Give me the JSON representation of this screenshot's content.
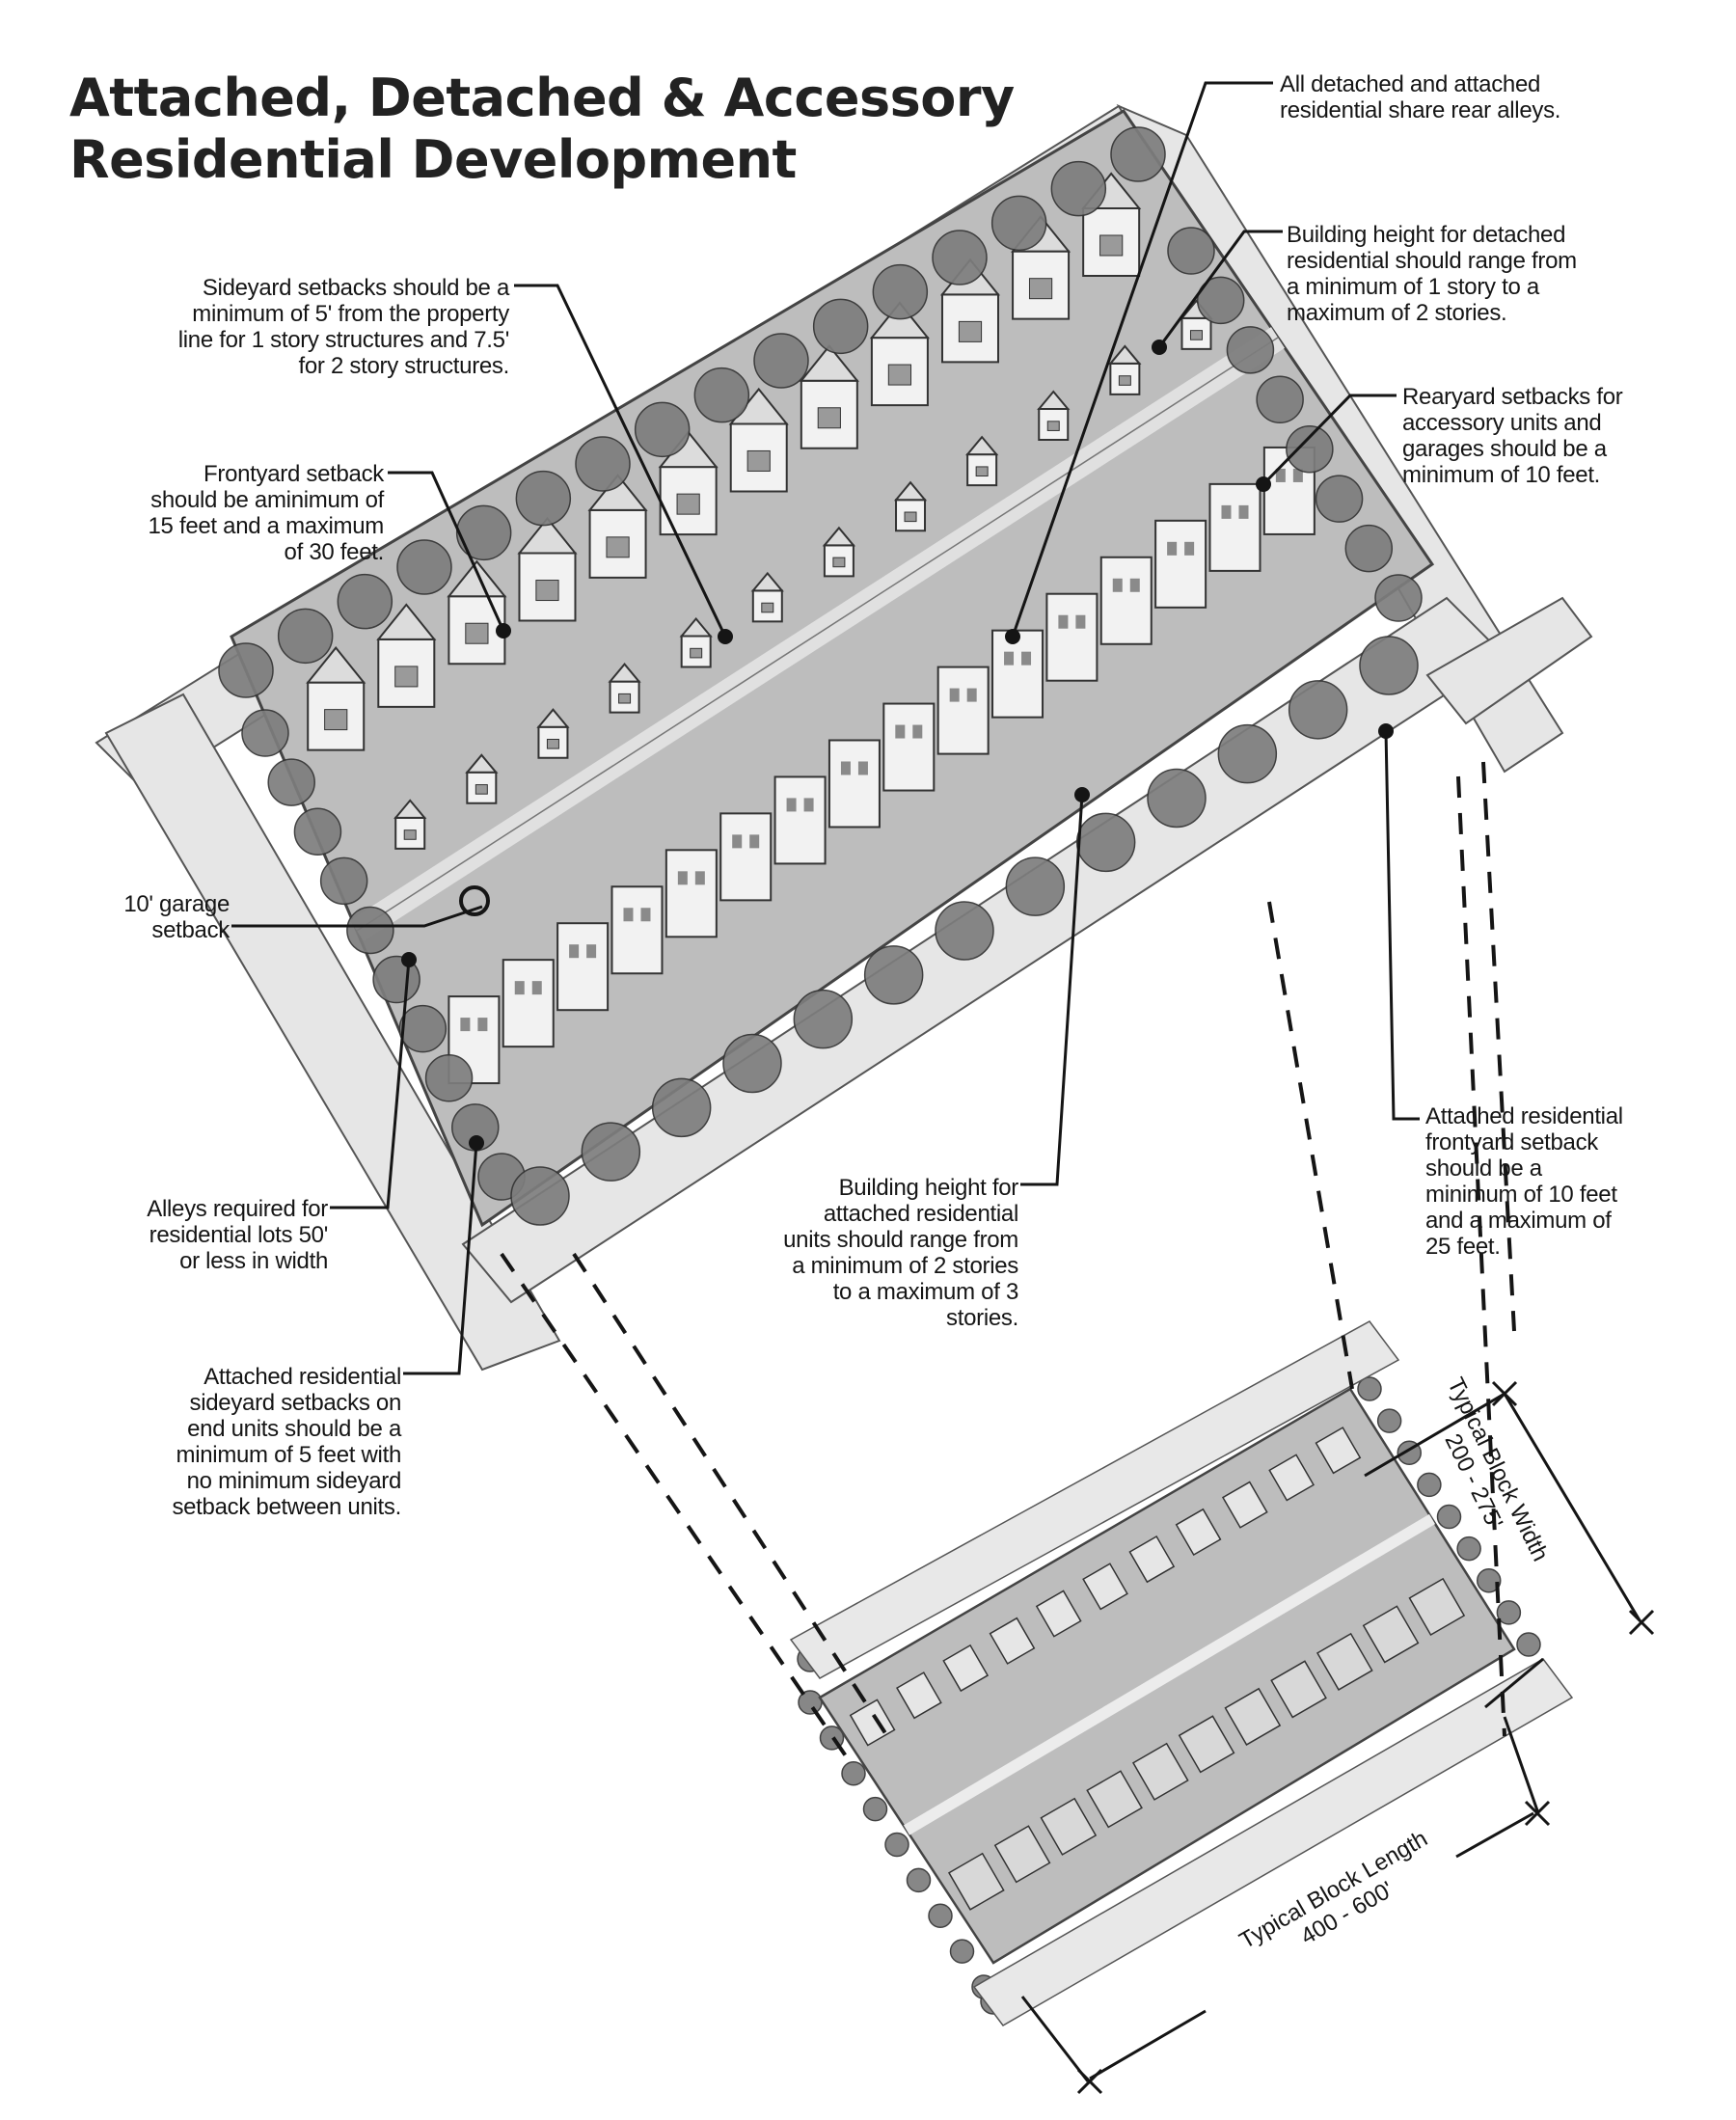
{
  "title": {
    "line1": "Attached, Detached & Accessory",
    "line2": "Residential Development"
  },
  "callouts": {
    "shared_alleys": [
      "All detached and attached",
      "residential share rear alleys."
    ],
    "detached_height": [
      "Building height for detached",
      "residential should range from",
      "a minimum of 1 story to a",
      "maximum of 2 stories."
    ],
    "sideyard": [
      "Sideyard setbacks should be a",
      "minimum of 5' from the property",
      "line for 1 story structures and 7.5'",
      "for 2 story structures."
    ],
    "rearyard": [
      "Rearyard setbacks for",
      "accessory units and",
      "garages should be a",
      "minimum of 10 feet."
    ],
    "frontyard": [
      "Frontyard setback",
      "should be aminimum of",
      "15 feet and a maximum",
      "of 30 feet."
    ],
    "garage": [
      "10' garage",
      "setback"
    ],
    "alleys_required": [
      "Alleys required for",
      "residential lots 50'",
      "or less in width"
    ],
    "attached_height": [
      "Building height for",
      "attached residential",
      "units should range from",
      "a minimum of 2 stories",
      "to a maximum of 3",
      "stories."
    ],
    "attached_frontyard": [
      "Attached residential",
      "frontyard setback",
      "should be a",
      "minimum of 10 feet",
      "and a maximum of",
      "25 feet."
    ],
    "attached_sideyard": [
      "Attached residential",
      "sideyard setbacks on",
      "end units should be a",
      "minimum of 5 feet with",
      "no minimum sideyard",
      "setback between units."
    ]
  },
  "dimensions": {
    "block_width": [
      "Typical Block Width",
      "200 - 275'"
    ],
    "block_length": [
      "Typical Block Length",
      "400 - 600'"
    ]
  },
  "colors": {
    "ink": "#151515",
    "tree_fill": "#7d7d7d",
    "block_fill": "#bdbdbd",
    "house_fill": "#f2f2f2"
  }
}
